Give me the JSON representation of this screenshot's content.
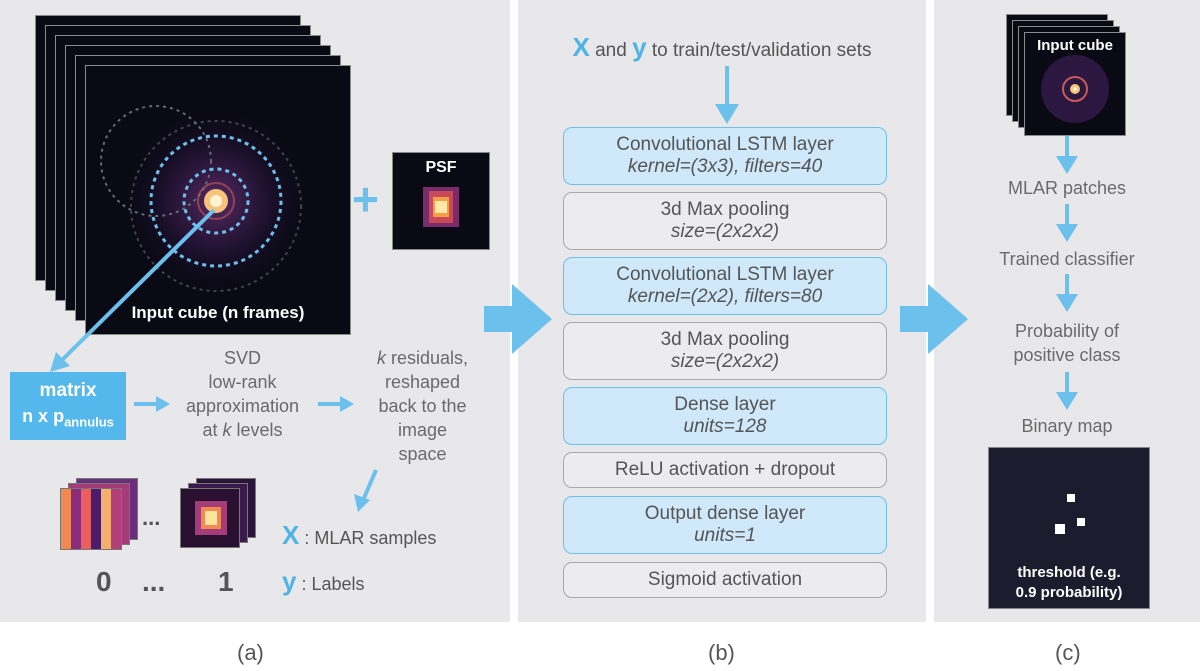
{
  "panel_a": {
    "input_cube_label": "Input cube (n frames)",
    "psf_label": "PSF",
    "plus": "+",
    "matrix_line1": "matrix",
    "matrix_line2_prefix": "n x p",
    "matrix_line2_sub": "annulus",
    "svd_lines": [
      "SVD",
      "low-rank",
      "approximation"
    ],
    "svd_last_prefix": "at ",
    "svd_last_k": "k",
    "svd_last_suffix": " levels",
    "residual_k": "k",
    "residual_first": " residuals,",
    "residual_lines": [
      "reshaped",
      "back to the",
      "image",
      "space"
    ],
    "x_symbol": "X",
    "x_text": ": MLAR samples",
    "y_symbol": "y",
    "y_text": ": Labels",
    "label_zero": "0",
    "label_dots": "...",
    "label_one": "1",
    "dots_between": "...",
    "caption": "(a)"
  },
  "panel_b": {
    "top_x": "X",
    "top_and": " and ",
    "top_y": "y",
    "top_rest": " to train/test/validation sets",
    "layers": [
      {
        "title": "Convolutional LSTM layer",
        "params": "kernel=(3x3), filters=40"
      },
      {
        "title": "3d Max pooling",
        "params": "size=(2x2x2)"
      },
      {
        "title": "Convolutional LSTM layer",
        "params": "kernel=(2x2), filters=80"
      },
      {
        "title": "3d Max pooling",
        "params": "size=(2x2x2)"
      },
      {
        "title": "Dense layer",
        "params": "units=128"
      },
      {
        "title": "ReLU activation + dropout",
        "params": ""
      },
      {
        "title": "Output dense layer",
        "params": "units=1"
      },
      {
        "title": "Sigmoid activation",
        "params": ""
      }
    ],
    "caption": "(b)"
  },
  "panel_c": {
    "input_cube_label": "Input cube",
    "steps": [
      "MLAR patches",
      "Trained classifier",
      "Probability of",
      "positive class",
      "Binary map"
    ],
    "threshold_line1": "threshold (e.g.",
    "threshold_line2": "0.9 probability)",
    "caption": "(c)"
  },
  "colors": {
    "accent_blue": "#6cc0ec",
    "panel_bg": "#e8e8ea",
    "conv_layer_bg": "#cfe8fa"
  }
}
